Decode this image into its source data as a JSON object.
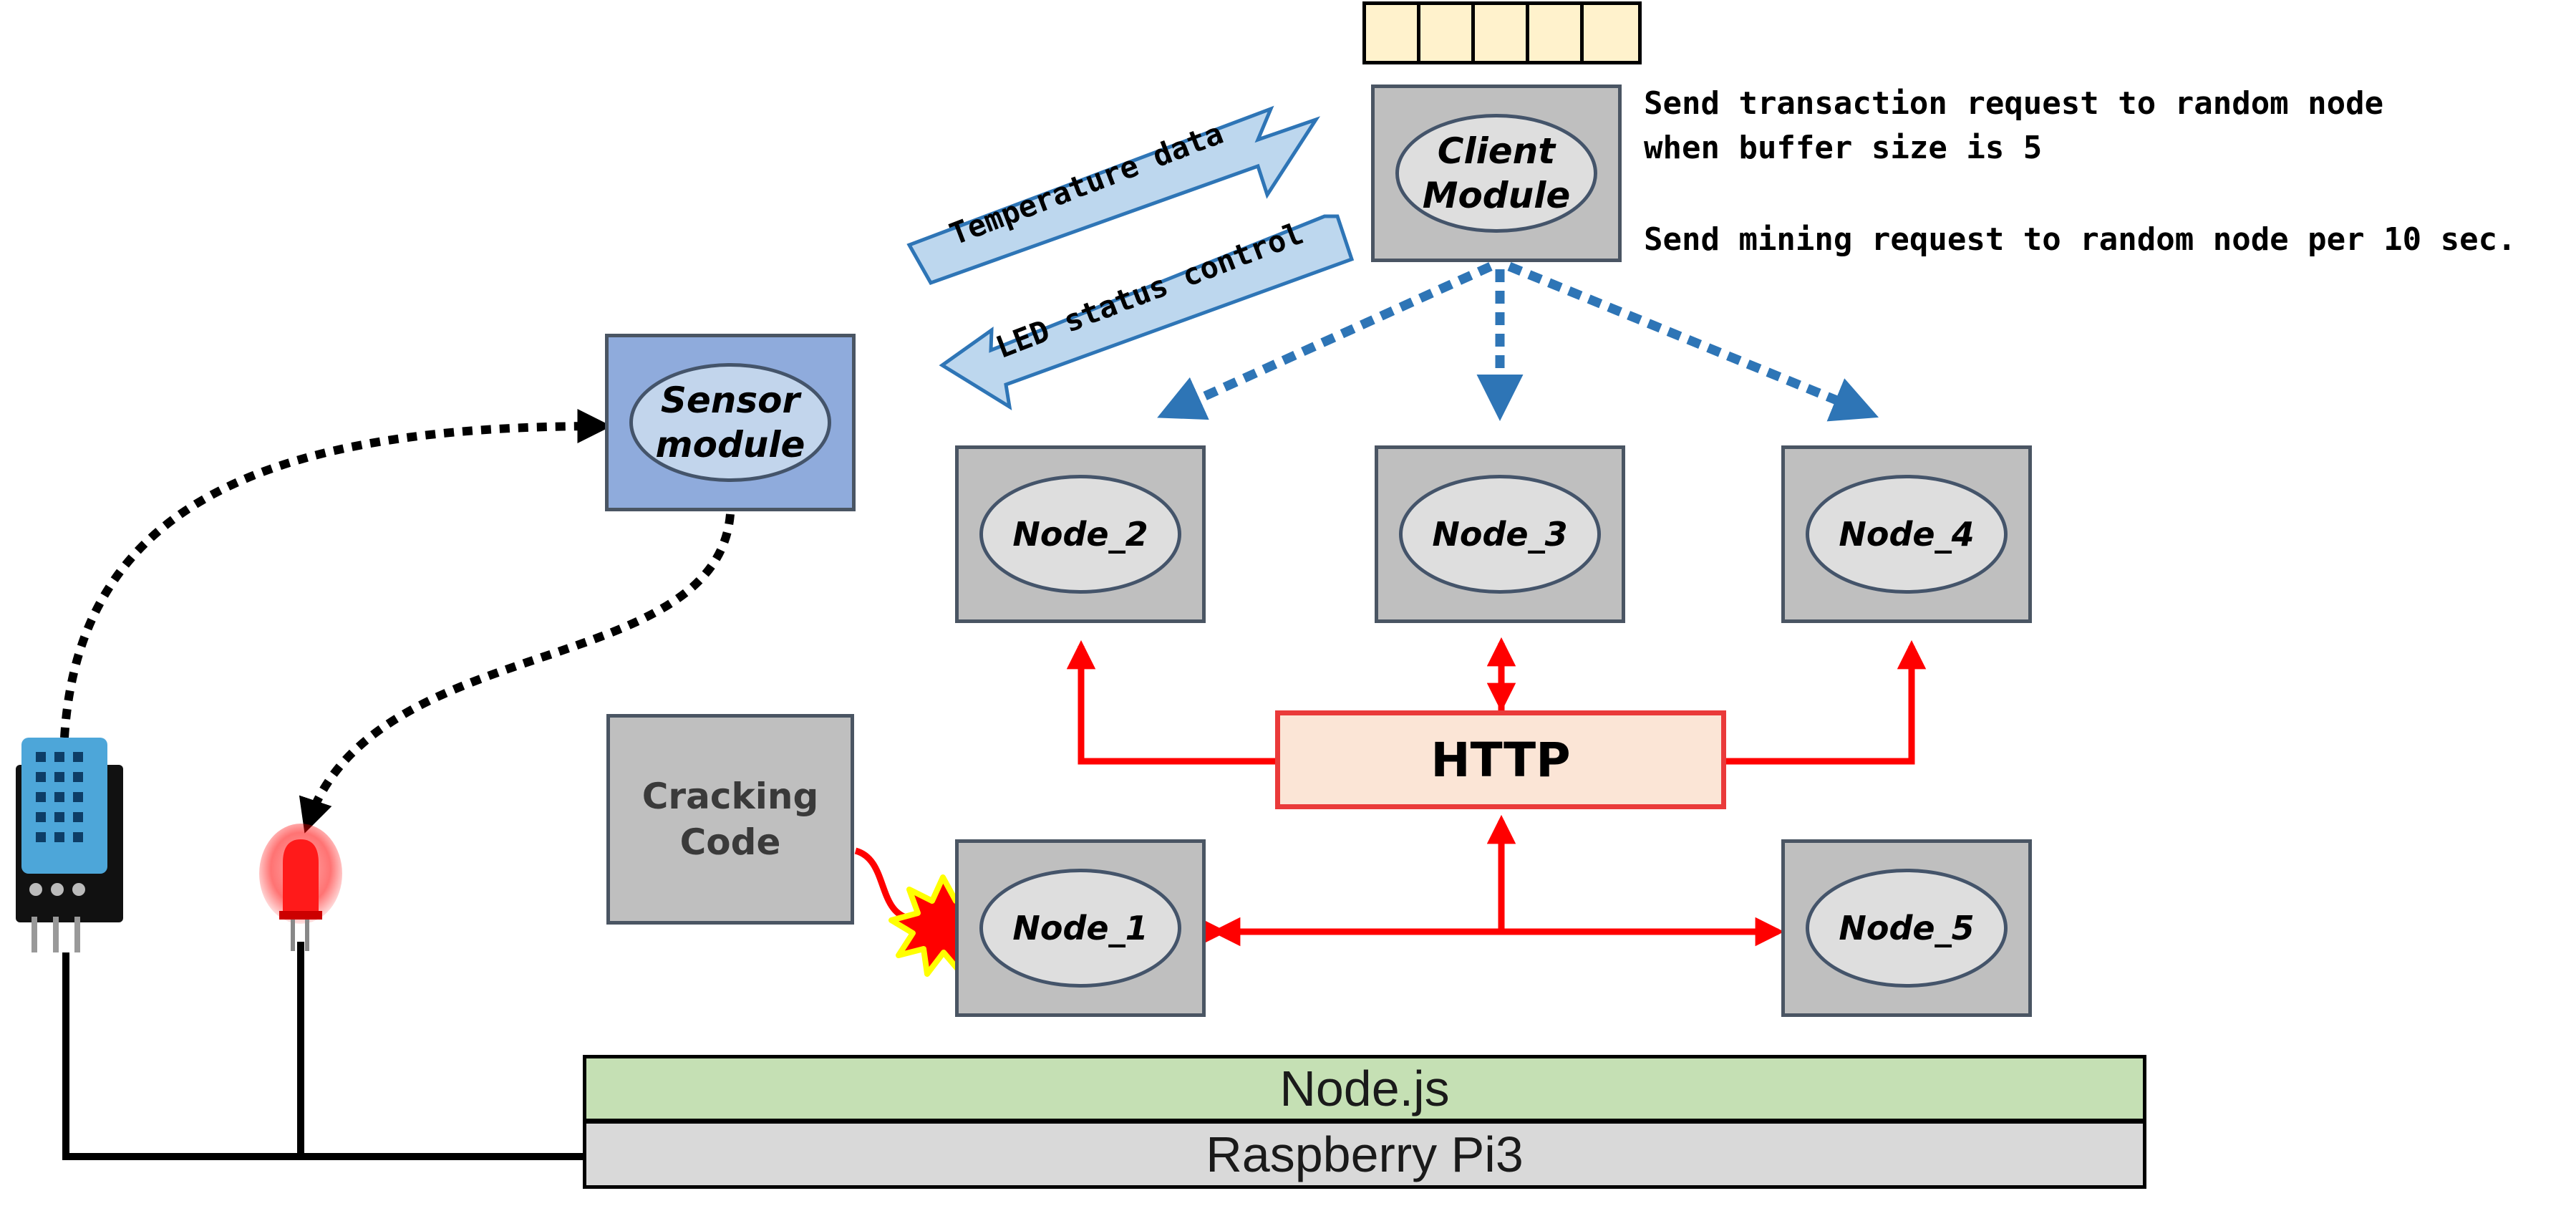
{
  "client_module": {
    "label_line1": "Client",
    "label_line2": "Module"
  },
  "sensor_module": {
    "label_line1": "Sensor",
    "label_line2": "module"
  },
  "nodes": {
    "node_1": "Node_1",
    "node_2": "Node_2",
    "node_3": "Node_3",
    "node_4": "Node_4",
    "node_5": "Node_5"
  },
  "http": {
    "label": "HTTP"
  },
  "cracking_code": {
    "label": "Cracking\nCode"
  },
  "layers": {
    "nodejs": "Node.js",
    "raspberry": "Raspberry Pi3"
  },
  "annotations": {
    "transaction": "Send transaction request to random node\nwhen buffer size is 5",
    "mining": "Send mining request to random node per 10 sec."
  },
  "arrows": {
    "temperature": "Temperature data",
    "led": "LED status control"
  },
  "buffer": {
    "cells": 5
  },
  "colors": {
    "node_box": "#bfbfbf",
    "sensor_box": "#8fabdc",
    "http_border": "#ea3a3a",
    "http_fill": "#fbe5d6",
    "nodejs_layer": "#c5e0b4",
    "raspberry_layer": "#d9d9d9",
    "buffer_cell": "#fff2cc",
    "dashed_blue": "#2e75b6",
    "red_link": "#ff0000",
    "blue_arrow_fill": "#bdd7ee"
  }
}
